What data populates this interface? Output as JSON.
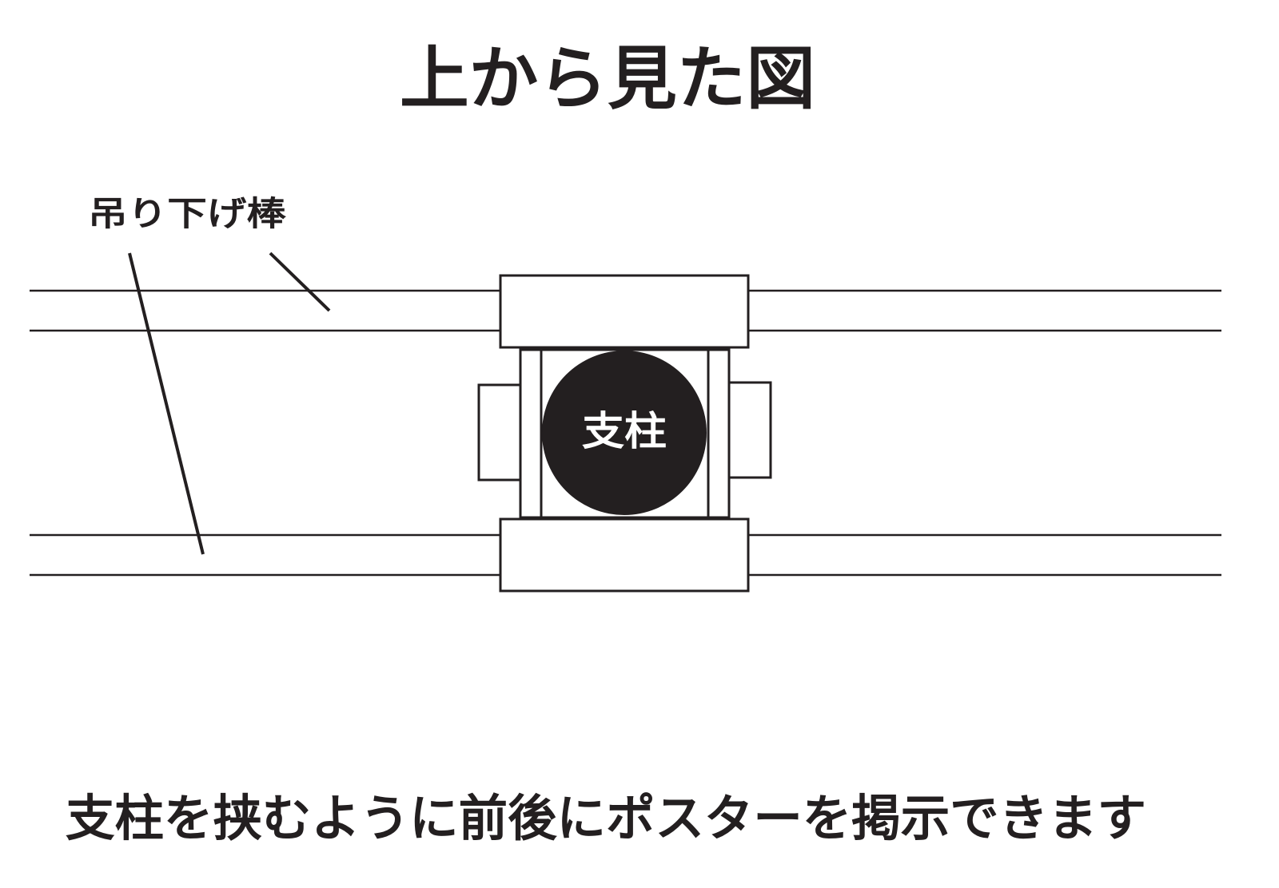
{
  "title": "上から見た図",
  "rod_label": "吊り下げ棒",
  "pillar_label": "支柱",
  "caption": "支柱を挟むように前後にポスターを掲示できます",
  "colors": {
    "ink": "#231f20",
    "background": "#ffffff",
    "pillar_text": "#ffffff"
  }
}
